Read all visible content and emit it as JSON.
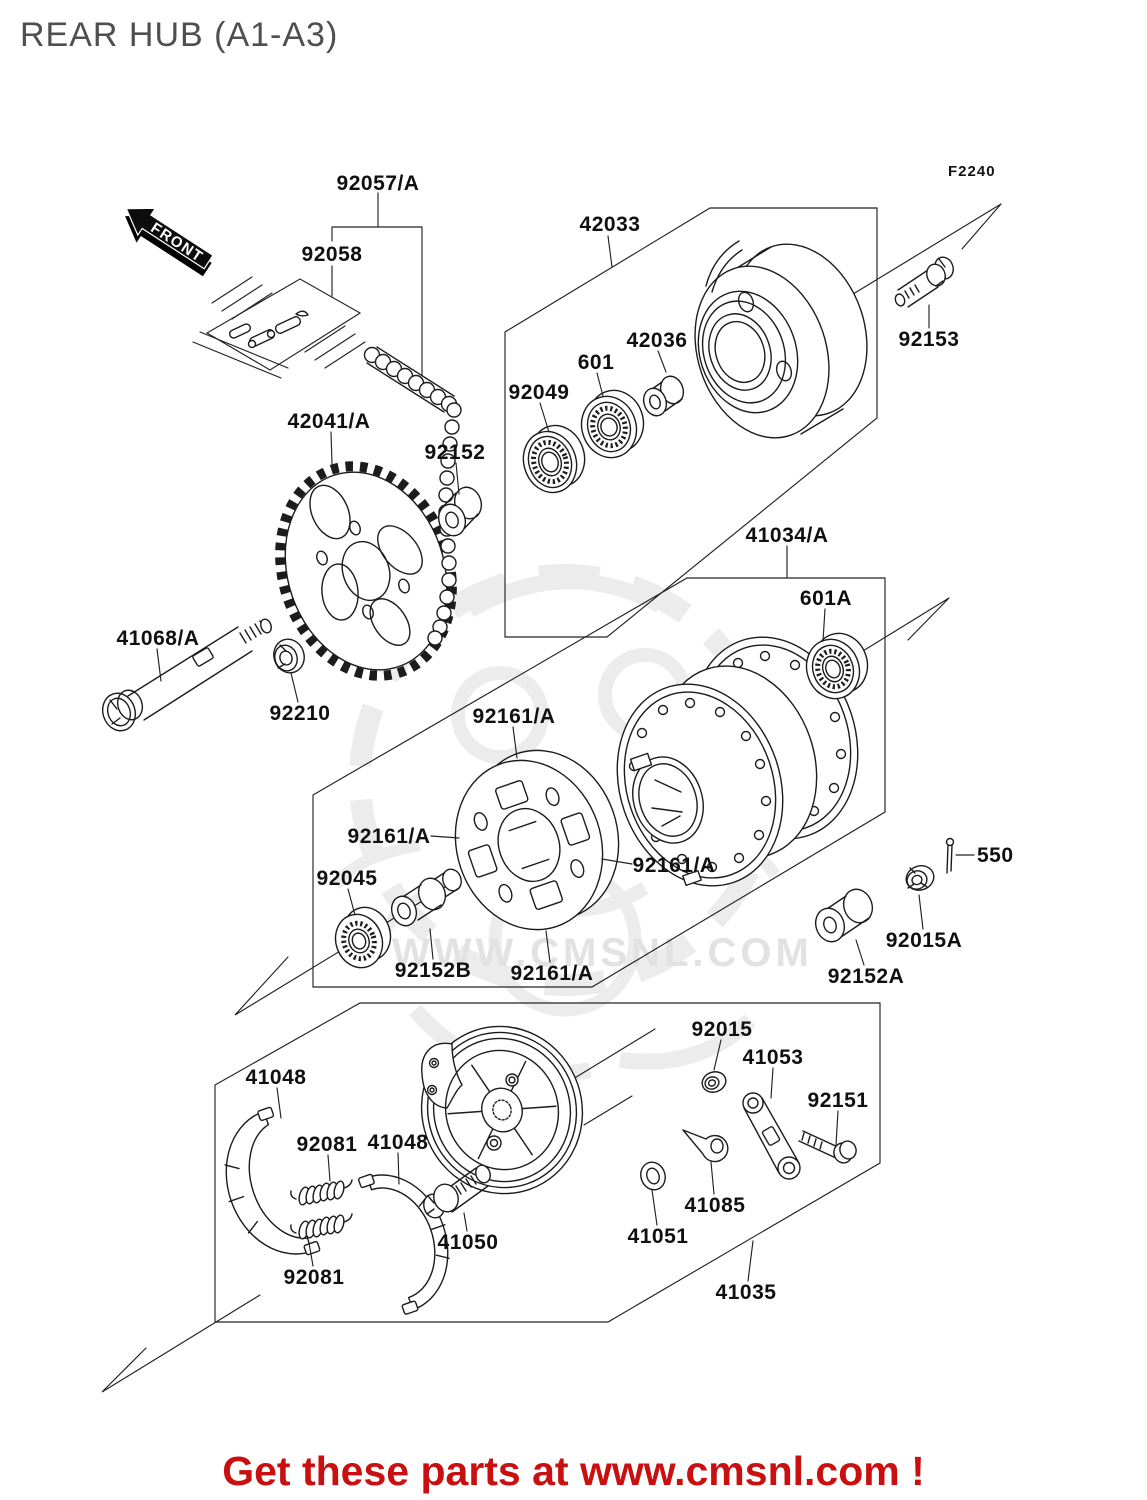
{
  "page": {
    "title": "REAR HUB (A1-A3)",
    "figure_code": "F2240",
    "front_label": "FRONT",
    "watermark_text": "WWW.CMSNL.COM",
    "footer_text": "Get these parts at www.cmsnl.com !"
  },
  "colors": {
    "footer_red": "#c90f0f",
    "title_gray": "#4f4f4f",
    "diagram_line": "#1c1c1c",
    "watermark_gray": "#e8e8e8"
  },
  "part_labels": [
    {
      "id": "92057A",
      "text": "92057/A"
    },
    {
      "id": "92058",
      "text": "92058"
    },
    {
      "id": "42033",
      "text": "42033"
    },
    {
      "id": "42036",
      "text": "42036"
    },
    {
      "id": "601",
      "text": "601"
    },
    {
      "id": "92049",
      "text": "92049"
    },
    {
      "id": "92153",
      "text": "92153"
    },
    {
      "id": "42041A",
      "text": "42041/A"
    },
    {
      "id": "92152",
      "text": "92152"
    },
    {
      "id": "41034A",
      "text": "41034/A"
    },
    {
      "id": "601A",
      "text": "601A"
    },
    {
      "id": "41068A",
      "text": "41068/A"
    },
    {
      "id": "92210",
      "text": "92210"
    },
    {
      "id": "92161A-top",
      "text": "92161/A"
    },
    {
      "id": "92161A-left",
      "text": "92161/A"
    },
    {
      "id": "92161A-right",
      "text": "92161/A"
    },
    {
      "id": "92045",
      "text": "92045"
    },
    {
      "id": "92152B",
      "text": "92152B"
    },
    {
      "id": "92161A-bottom",
      "text": "92161/A"
    },
    {
      "id": "550",
      "text": "550"
    },
    {
      "id": "92015A",
      "text": "92015A"
    },
    {
      "id": "92152A",
      "text": "92152A"
    },
    {
      "id": "92015",
      "text": "92015"
    },
    {
      "id": "41053",
      "text": "41053"
    },
    {
      "id": "92151",
      "text": "92151"
    },
    {
      "id": "41085",
      "text": "41085"
    },
    {
      "id": "41051",
      "text": "41051"
    },
    {
      "id": "41035",
      "text": "41035"
    },
    {
      "id": "41048-left",
      "text": "41048"
    },
    {
      "id": "92081-top",
      "text": "92081"
    },
    {
      "id": "41048-right",
      "text": "41048"
    },
    {
      "id": "41050",
      "text": "41050"
    },
    {
      "id": "92081-bottom",
      "text": "92081"
    }
  ]
}
